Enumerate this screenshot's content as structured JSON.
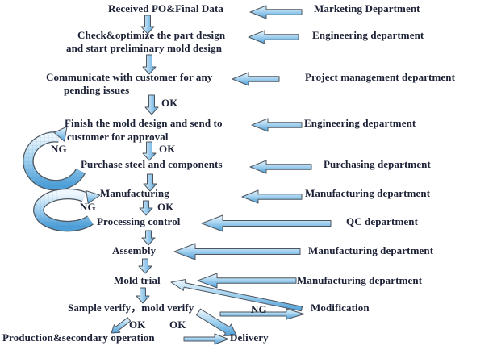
{
  "flowchart": {
    "steps": {
      "received_po": "Received PO&Final Data",
      "check_optimize_l1": "Check&optimize the part design",
      "check_optimize_l2": "and start preliminary mold design",
      "communicate_l1": "Communicate with customer for any",
      "communicate_l2": "pending issues",
      "finish_design_l1": "Finish the mold design and send to",
      "finish_design_l2": "customer for approval",
      "purchase": "Purchase steel and components",
      "manufacturing": "Manufacturing",
      "processing_control": "Processing control",
      "assembly": "Assembly",
      "mold_trial": "Mold trial",
      "sample_verify": "Sample verify，mold verify",
      "modification": "Modification",
      "production": "Production&secondary operation",
      "delivery": "Delivery"
    },
    "departments": {
      "marketing": "Marketing Department",
      "engineering": "Engineering department",
      "project_management": "Project management department",
      "purchasing": "Purchasing department",
      "manufacturing": "Manufacturing department",
      "qc": "QC department"
    },
    "decision_labels": {
      "ok": "OK",
      "ng": "NG"
    },
    "colors": {
      "arrow_fill_light": "#e9f5fc",
      "arrow_fill_dark": "#4e9fd8",
      "arrow_outline": "#4d565f",
      "text": "#1c2136",
      "background": "#ffffff"
    }
  }
}
